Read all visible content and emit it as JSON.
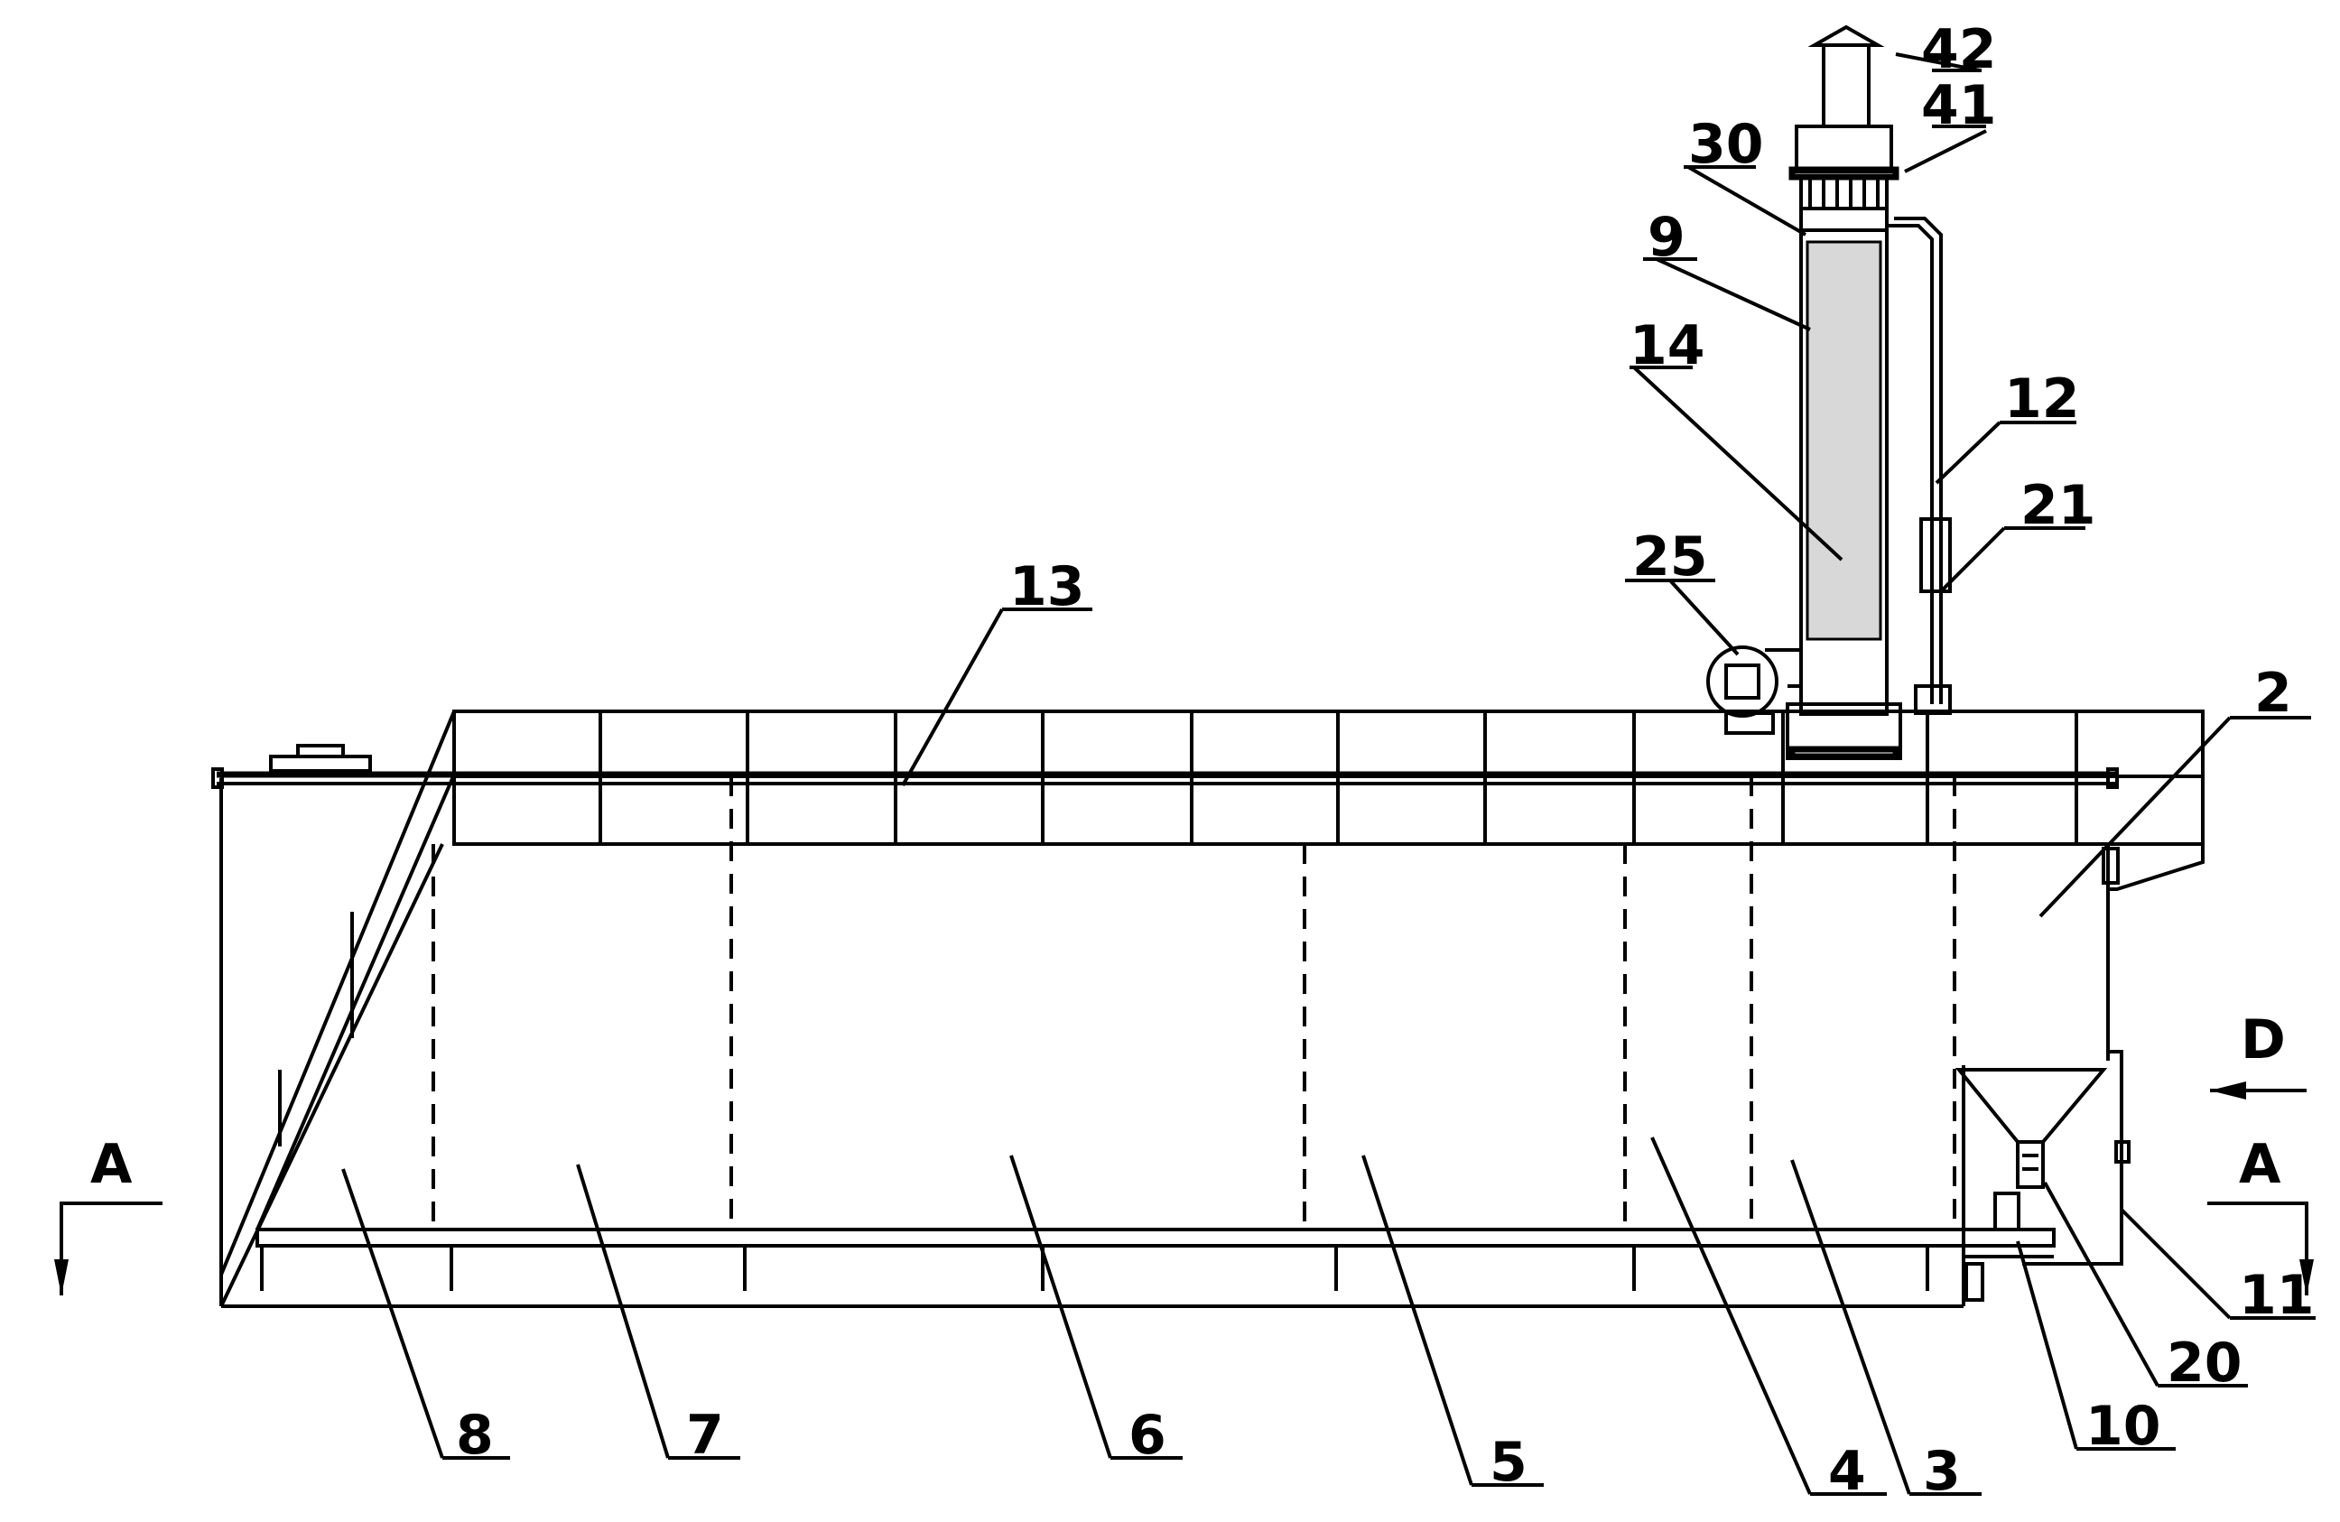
{
  "labels": {
    "n42": "42",
    "n41": "41",
    "n30": "30",
    "n9": "9",
    "n14": "14",
    "n12": "12",
    "n21": "21",
    "n25": "25",
    "n13": "13",
    "n2": "2",
    "nD": "D",
    "nA_left": "A",
    "nA_right": "A",
    "n8": "8",
    "n7": "7",
    "n6": "6",
    "n5": "5",
    "n4": "4",
    "n3": "3",
    "n10": "10",
    "n20": "20",
    "n11": "11"
  }
}
